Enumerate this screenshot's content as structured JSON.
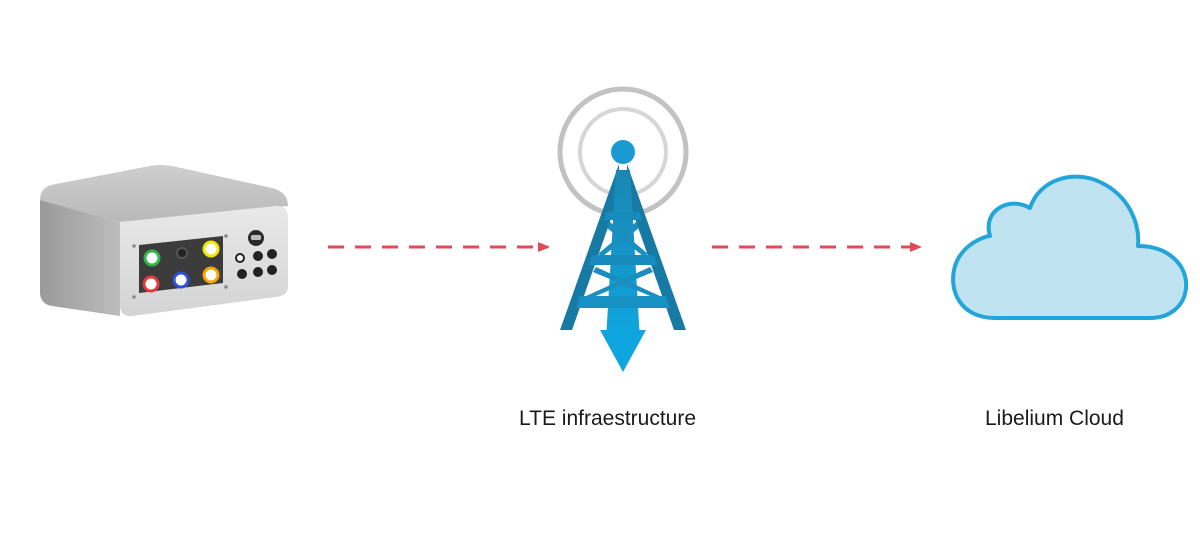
{
  "nodes": {
    "device": {
      "icon": "sensor-gateway-device-icon",
      "body_color": "#c8c8c8",
      "panel_color": "#3b3b3b",
      "led_colors": [
        "#2fb54a",
        "#f2e600",
        "#e63b3b",
        "#2e4fd6",
        "#f2a400"
      ]
    },
    "tower": {
      "icon": "cell-tower-icon",
      "label": "LTE infraestructure",
      "color": "#1b7fa8",
      "accent": "#0fa3dc"
    },
    "cloud": {
      "icon": "cloud-icon",
      "label": "Libelium Cloud",
      "fill": "#bfe3f1",
      "stroke": "#22a6da"
    }
  },
  "connections": [
    {
      "from": "device",
      "to": "tower",
      "style": "dashed-arrow",
      "color": "#e04a5a"
    },
    {
      "from": "tower",
      "to": "cloud",
      "style": "dashed-arrow",
      "color": "#e04a5a"
    }
  ]
}
